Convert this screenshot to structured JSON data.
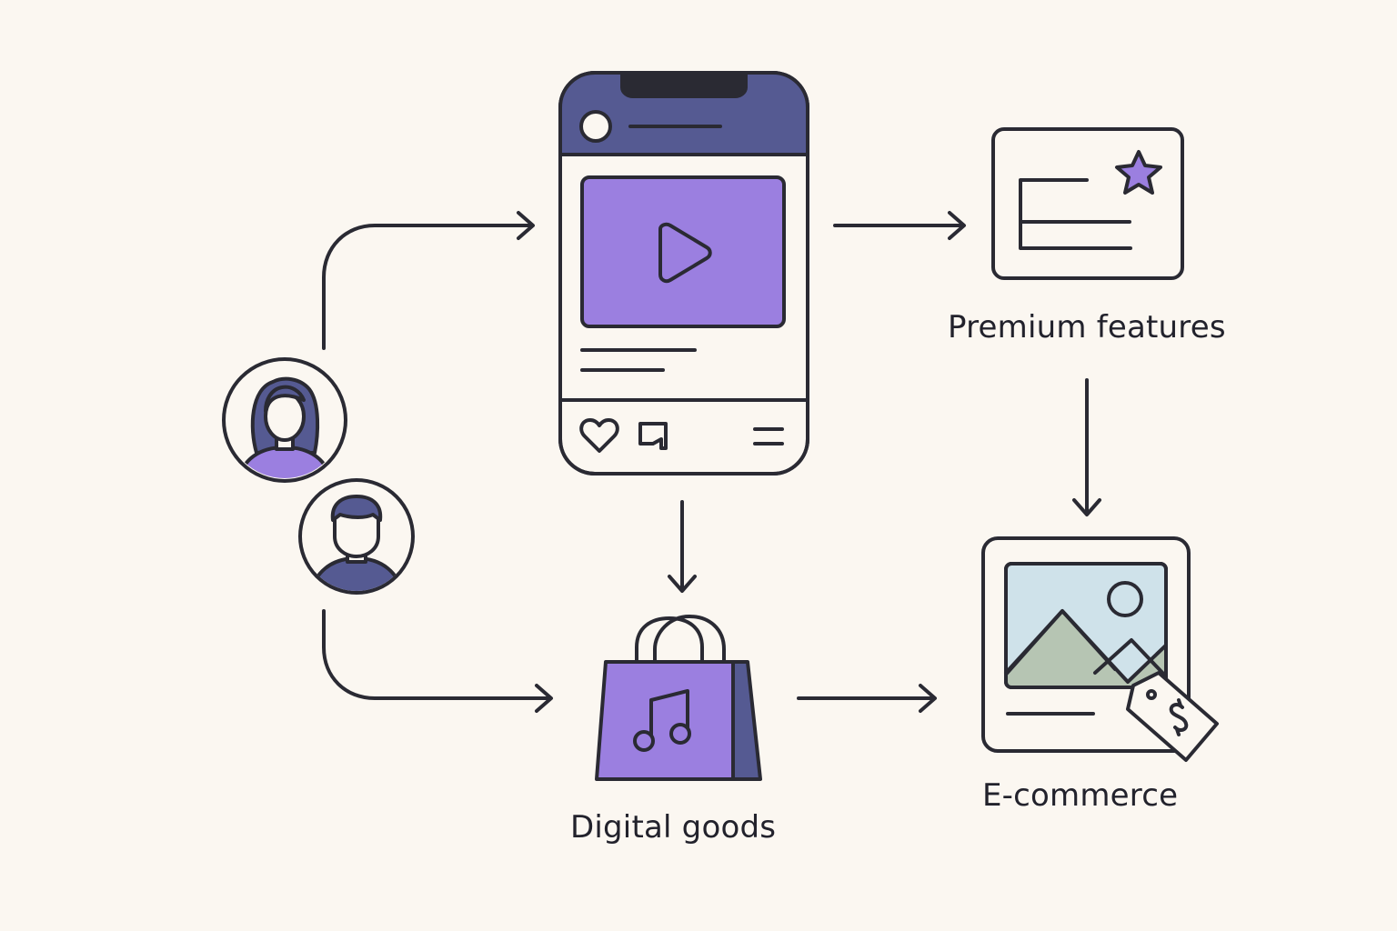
{
  "labels": {
    "premium": "Premium features",
    "digital": "Digital goods",
    "ecommerce": "E-commerce"
  },
  "colors": {
    "background": "#fbf7f1",
    "stroke": "#2a2a33",
    "purple": "#9b7fe0",
    "navy": "#555a92",
    "sky": "#cfe2ea",
    "hill": "#b6c5b3"
  },
  "icons": [
    "user-woman-icon",
    "user-man-icon",
    "phone-app-icon",
    "play-icon",
    "heart-icon",
    "comment-icon",
    "menu-icon",
    "premium-card-icon",
    "star-icon",
    "shopping-bag-icon",
    "music-note-icon",
    "product-image-icon",
    "price-tag-icon",
    "dollar-icon"
  ]
}
